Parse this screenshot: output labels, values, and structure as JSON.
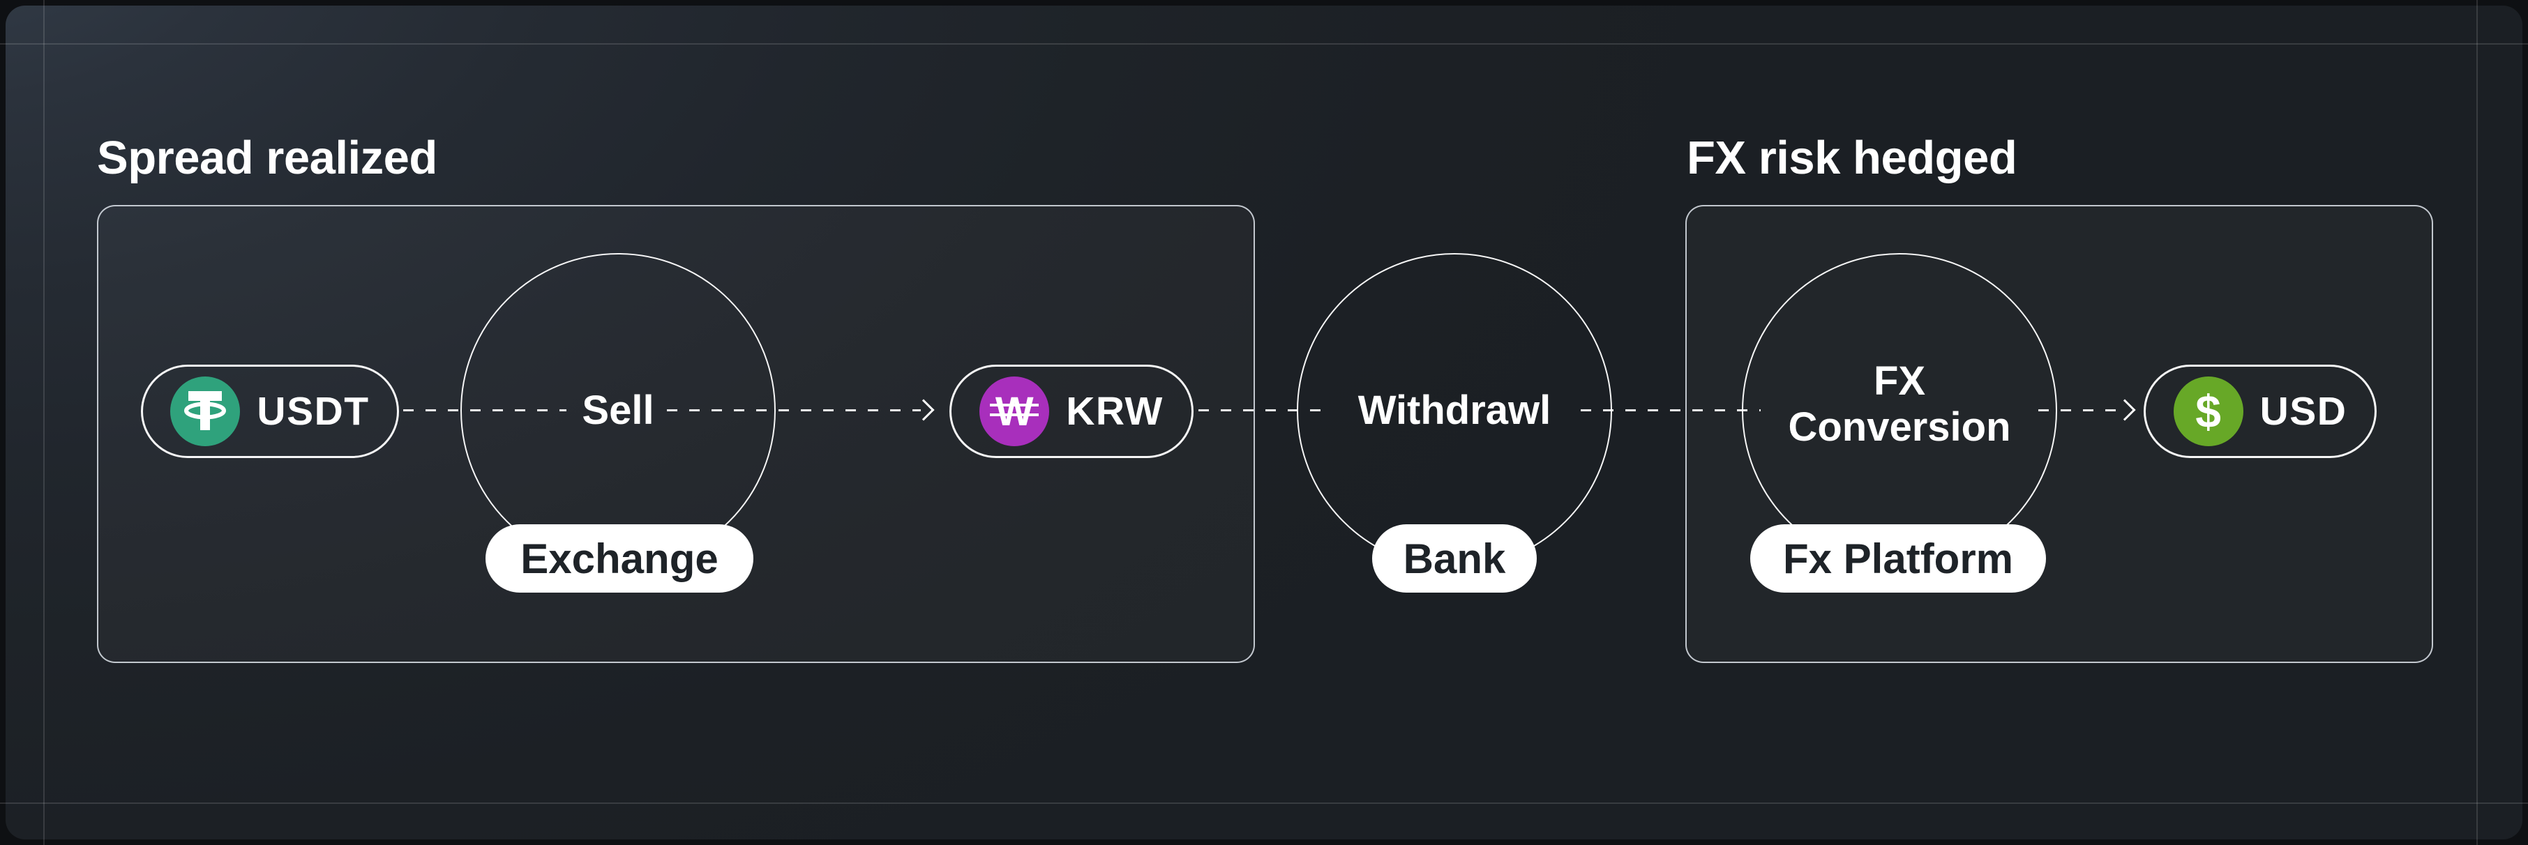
{
  "section": {
    "left_title": "Spread realized",
    "right_title": "FX risk hedged"
  },
  "flow": {
    "usdt": {
      "label": "USDT"
    },
    "sell": {
      "label": "Sell",
      "tag": "Exchange"
    },
    "krw": {
      "label": "KRW",
      "symbol": "W"
    },
    "withdraw": {
      "label": "Withdrawl",
      "tag": "Bank"
    },
    "fx": {
      "line1": "FX",
      "line2": "Conversion",
      "tag": "Fx Platform"
    },
    "usd": {
      "label": "USD",
      "symbol": "$"
    }
  },
  "colors": {
    "tether_green": "#2FA27C",
    "won_purple": "#A82FBC",
    "dollar_green": "#67A827",
    "panel_dark": "#1d2126",
    "box_border": "#DEE4EB"
  }
}
